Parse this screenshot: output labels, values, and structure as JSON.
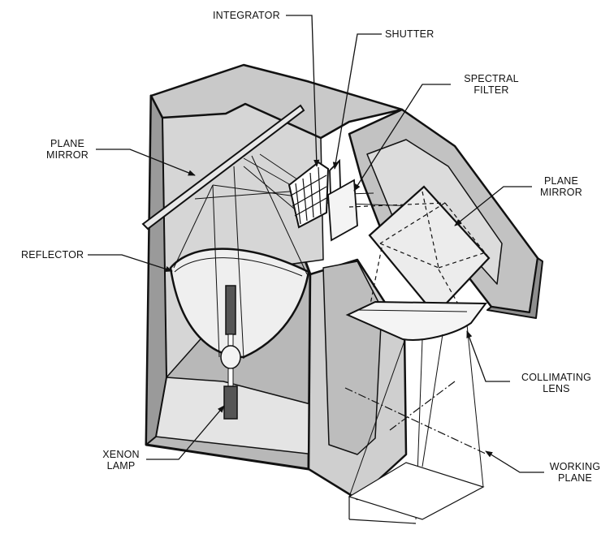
{
  "labels": {
    "integrator": "INTEGRATOR",
    "shutter": "SHUTTER",
    "spectral_filter": [
      "SPECTRAL",
      "FILTER"
    ],
    "plane_mirror_left": [
      "PLANE",
      "MIRROR"
    ],
    "plane_mirror_right": [
      "PLANE",
      "MIRROR"
    ],
    "reflector": "REFLECTOR",
    "collimating_lens": [
      "COLLIMATING",
      "LENS"
    ],
    "xenon_lamp": [
      "XENON",
      "LAMP"
    ],
    "working_plane": [
      "WORKING",
      "PLANE"
    ]
  },
  "colors": {
    "housing_dark": "#9e9e9e",
    "housing_mid": "#c4c4c4",
    "housing_light": "#dedede",
    "component_fill": "#f2f2f2",
    "line": "#111111"
  }
}
